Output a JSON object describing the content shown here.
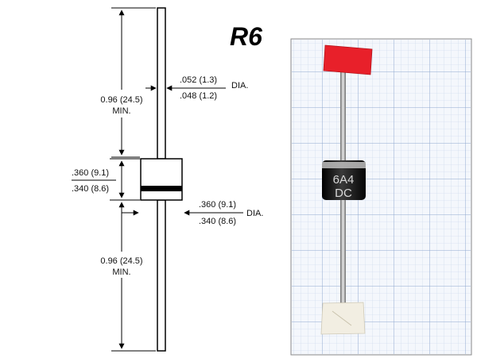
{
  "title": "R6",
  "dimensions": {
    "lead_length_top": {
      "value": "0.96 (24.5)",
      "qualifier": "MIN."
    },
    "lead_diameter": {
      "max": ".052 (1.3)",
      "min": ".048 (1.2)",
      "unit": "DIA."
    },
    "body_length": {
      "max": ".360 (9.1)",
      "min": ".340 (8.6)"
    },
    "body_diameter": {
      "max": ".360 (9.1)",
      "min": ".340 (8.6)",
      "unit": "DIA."
    },
    "lead_length_bottom": {
      "value": "0.96 (24.5)",
      "qualifier": "MIN."
    }
  },
  "photo": {
    "body_marking_line1": "6A4",
    "body_marking_line2": "DC",
    "tape_top_color": "#e8202a",
    "tape_bottom_color": "#f2eee2",
    "grid_color": "#a9bedb",
    "body_color": "#1c1c1c"
  }
}
